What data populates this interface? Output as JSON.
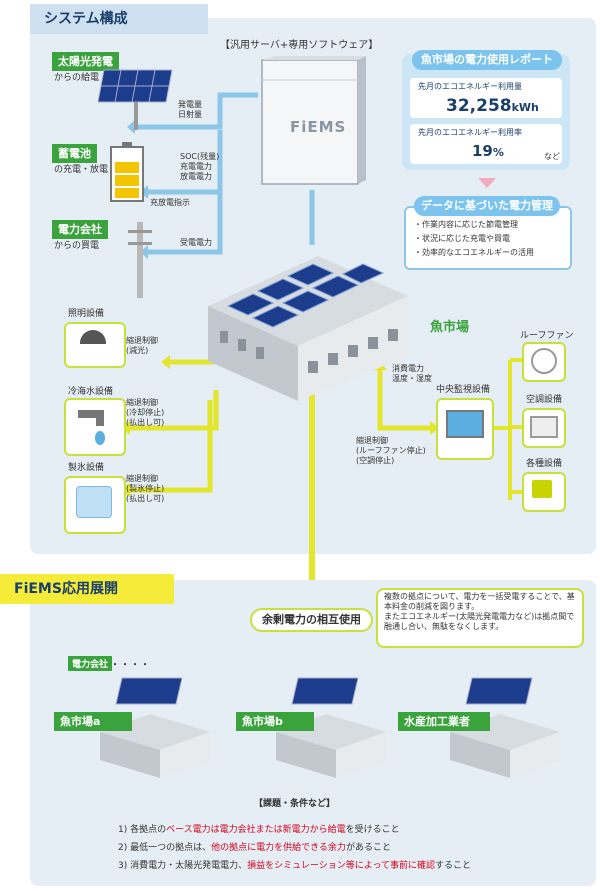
{
  "section1": {
    "title": "システム構成"
  },
  "server": {
    "caption": "【汎用サーバ+専用ソフトウェア】",
    "label": "FiEMS"
  },
  "left": {
    "solar": {
      "title": "太陽光発電",
      "sub": "からの給電",
      "arrow_label": "発電量\n日射量"
    },
    "battery": {
      "title": "蓄電池",
      "sub": "の充電・放電",
      "arrow_label1": "SOC(残量)\n充電電力\n放電電力",
      "arrow_label2": "充放電指示"
    },
    "utility": {
      "title": "電力会社",
      "sub": "からの買電",
      "arrow_label": "受電電力"
    }
  },
  "report": {
    "title": "魚市場の電力使用レポート",
    "row1_label": "先月のエコエネルギー利用量",
    "row1_value": "32,258",
    "row1_unit": "kWh",
    "row2_label": "先月のエコエネルギー利用率",
    "row2_value": "19",
    "row2_unit": "%",
    "etc": "など"
  },
  "management": {
    "title": "データに基づいた電力管理",
    "items": [
      "・作業内容に応じた節電管理",
      "・状況に応じた充電や買電",
      "・効率的なエコエネルギーの活用"
    ]
  },
  "market_label": "魚市場",
  "equipment_left": [
    {
      "name": "照明設備",
      "control": "縮退制御\n(減光)"
    },
    {
      "name": "冷海水設備",
      "control": "縮退制御\n(冷却停止)\n(払出し可)"
    },
    {
      "name": "製氷設備",
      "control": "縮退制御\n(製氷停止)\n(払出し可)"
    }
  ],
  "central": {
    "name": "中央監視設備",
    "up_label": "消費電力\n温度・湿度",
    "down_label": "縮退制御\n(ルーフファン停止)\n(空調停止)"
  },
  "equipment_right": [
    {
      "name": "ルーフファン"
    },
    {
      "name": "空調設備"
    },
    {
      "name": "各種設備"
    }
  ],
  "section2": {
    "title": "FiEMS応用展開"
  },
  "mutual": {
    "label": "余剰電力の相互使用",
    "bubble": "複数の拠点について、電力を一括受電することで、基本料金の削減を図ります。\nまたエコエネルギー(太陽光発電電力など)は拠点間で融通し合い、無駄をなくします。"
  },
  "utility_small": "電力会社",
  "utility_dots": "・・・・",
  "sites": [
    "魚市場a",
    "魚市場b",
    "水産加工業者"
  ],
  "conditions": {
    "title": "【課題・条件など】",
    "c1": {
      "a": "1) 各拠点の",
      "b": "ベース電力は電力会社または新電力から給電",
      "c": "を受けること"
    },
    "c2": {
      "a": "2) 最低一つの拠点は、",
      "b": "他の拠点に電力を供給できる余力",
      "c": "があること"
    },
    "c3": {
      "a": "3) 消費電力・太陽光発電電力、",
      "b": "損益をシミュレーション等によって事前に確認",
      "c": "すること"
    }
  },
  "colors": {
    "blue_line": "#8cc7e8",
    "yellow_line": "#e3e62b",
    "green": "#3aa33e",
    "red": "#d0021b"
  }
}
